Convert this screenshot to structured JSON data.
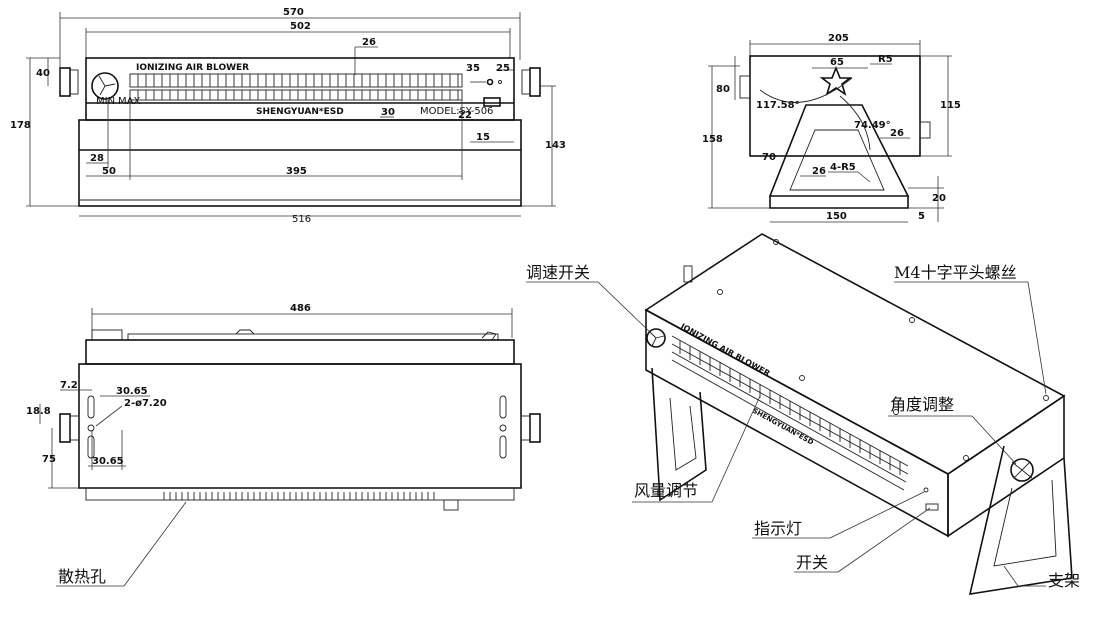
{
  "front": {
    "brand_top": "IONIZING AIR BLOWER",
    "brand_bottom": "SHENGYUAN*ESD",
    "model_text": "MODEL:SY-506",
    "dims": {
      "d570": "570",
      "d502": "502",
      "d26": "26",
      "d40": "40",
      "d178": "178",
      "d35": "35",
      "d25": "25",
      "d30": "30",
      "d22": "22",
      "d15": "15",
      "d143": "143",
      "d28": "28",
      "d50": "50",
      "d395": "395",
      "d_bottom": "516"
    }
  },
  "side": {
    "dims": {
      "d205": "205",
      "d65": "65",
      "r5": "R5",
      "d80": "80",
      "d115": "115",
      "a117": "117.58°",
      "a74": "74.49°",
      "d26a": "26",
      "d158": "158",
      "d70": "70",
      "d26b": "26",
      "r4": "4-R5",
      "d20": "20",
      "d150": "150",
      "d5": "5"
    }
  },
  "rear": {
    "dims": {
      "d486": "486",
      "d72": "7.2",
      "d3065a": "30.65",
      "hole": "2-ø7.20",
      "d188": "18.8",
      "d75": "75",
      "d3065b": "30.65"
    },
    "callout_vent": "散热孔"
  },
  "iso": {
    "brand": "IONIZING AIR BLOWER",
    "brand2": "SHENGYUAN*ESD",
    "callouts": {
      "speed_switch": "调速开关",
      "screw": "M4十字平头螺丝",
      "angle_adjust": "角度调整",
      "airflow": "风量调节",
      "indicator": "指示灯",
      "switch": "开关",
      "stand": "支架"
    }
  }
}
